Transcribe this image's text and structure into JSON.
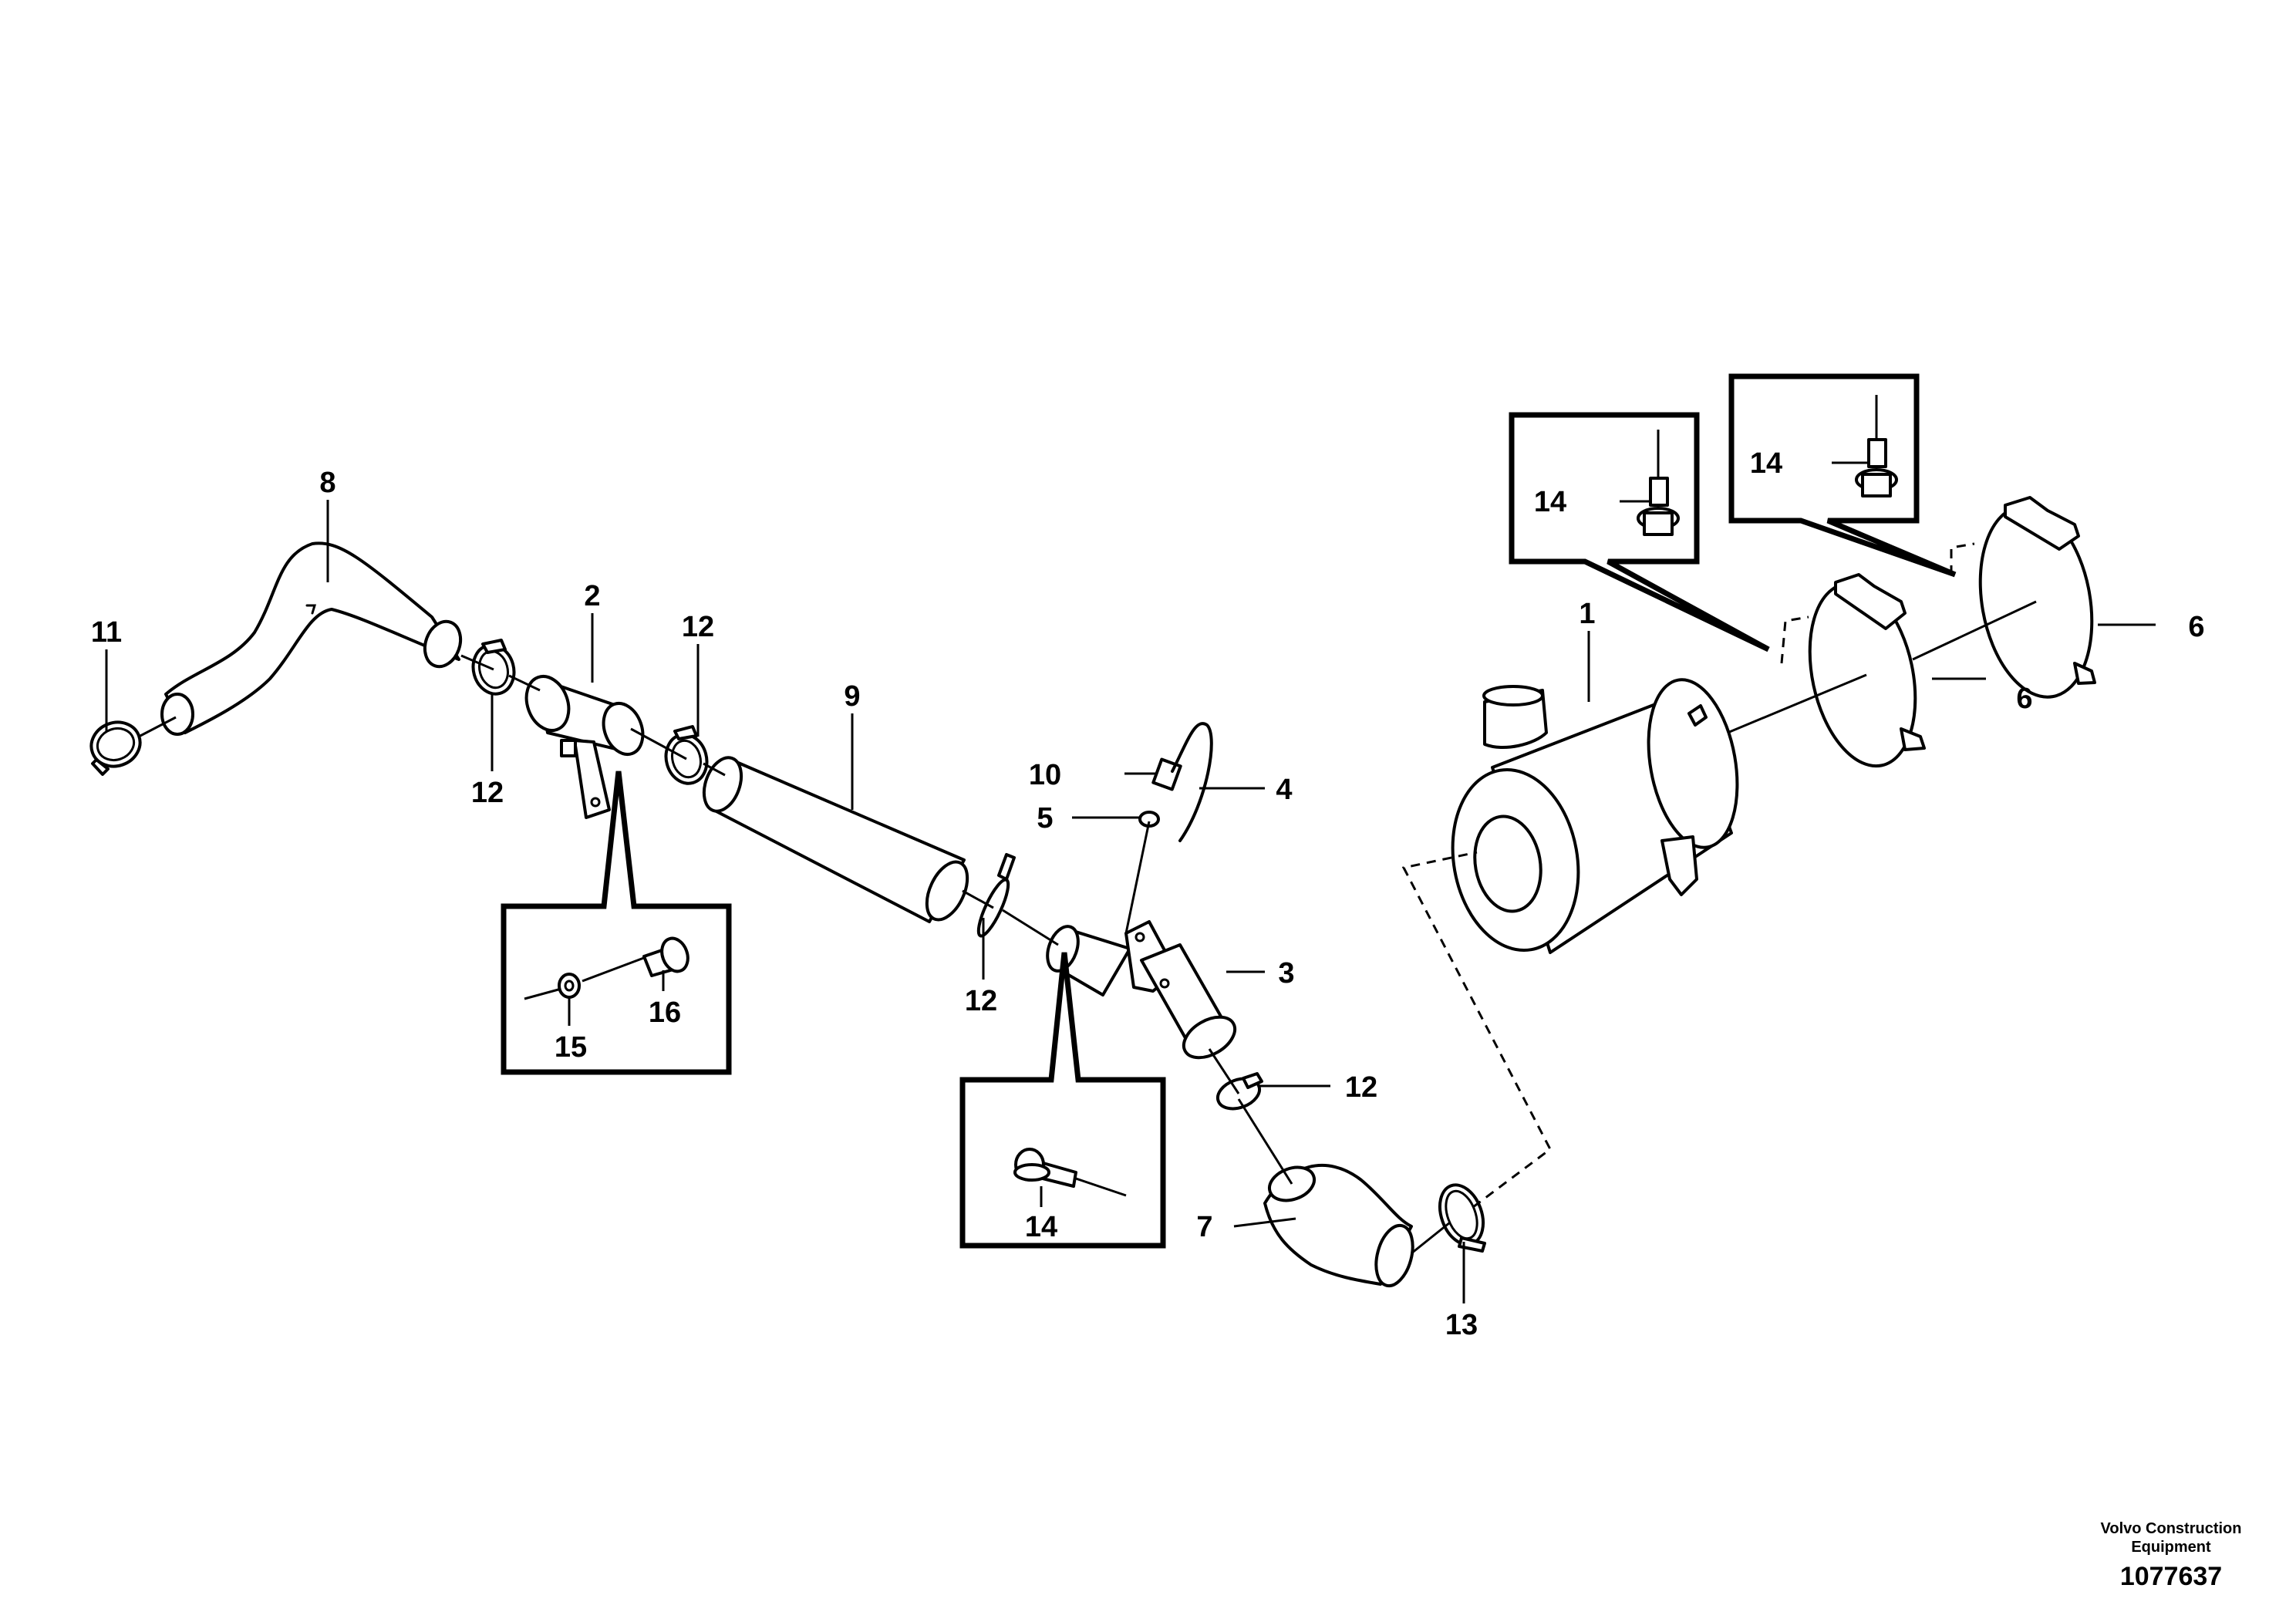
{
  "callouts": {
    "c1": "1",
    "c2": "2",
    "c3": "3",
    "c4": "4",
    "c5": "5",
    "c6a": "6",
    "c6b": "6",
    "c7": "7",
    "c8": "8",
    "c9": "9",
    "c10": "10",
    "c11": "11",
    "c12a": "12",
    "c12b": "12",
    "c12c": "12",
    "c12d": "12",
    "c13": "13",
    "c14a": "14",
    "c14b": "14",
    "c14c": "14",
    "c15": "15",
    "c16": "16"
  },
  "footer": {
    "company_line1": "Volvo Construction",
    "company_line2": "Equipment",
    "drawing_number": "1077637"
  }
}
